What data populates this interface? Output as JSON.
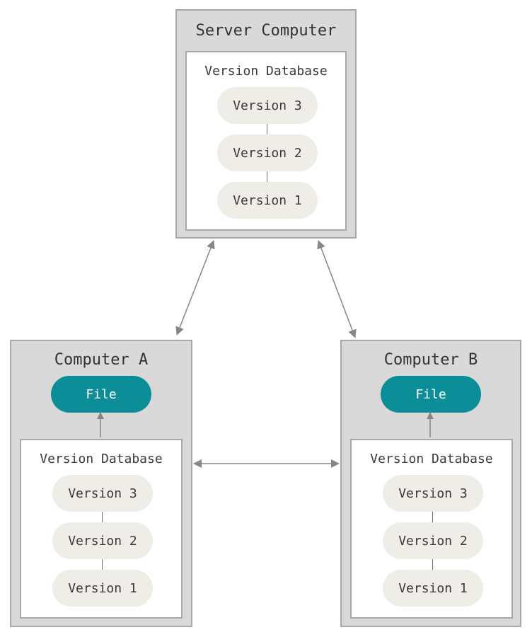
{
  "server": {
    "title": "Server Computer",
    "database": {
      "title": "Version Database",
      "versions": [
        "Version 3",
        "Version 2",
        "Version 1"
      ]
    }
  },
  "computer_a": {
    "title": "Computer A",
    "file_label": "File",
    "database": {
      "title": "Version Database",
      "versions": [
        "Version 3",
        "Version 2",
        "Version 1"
      ]
    }
  },
  "computer_b": {
    "title": "Computer B",
    "file_label": "File",
    "database": {
      "title": "Version Database",
      "versions": [
        "Version 3",
        "Version 2",
        "Version 1"
      ]
    }
  },
  "colors": {
    "box_fill": "#d9d9d9",
    "box_border": "#a8a8a8",
    "pill_fill": "#eeede7",
    "file_fill": "#0b8e98",
    "arrow": "#8a8580"
  }
}
